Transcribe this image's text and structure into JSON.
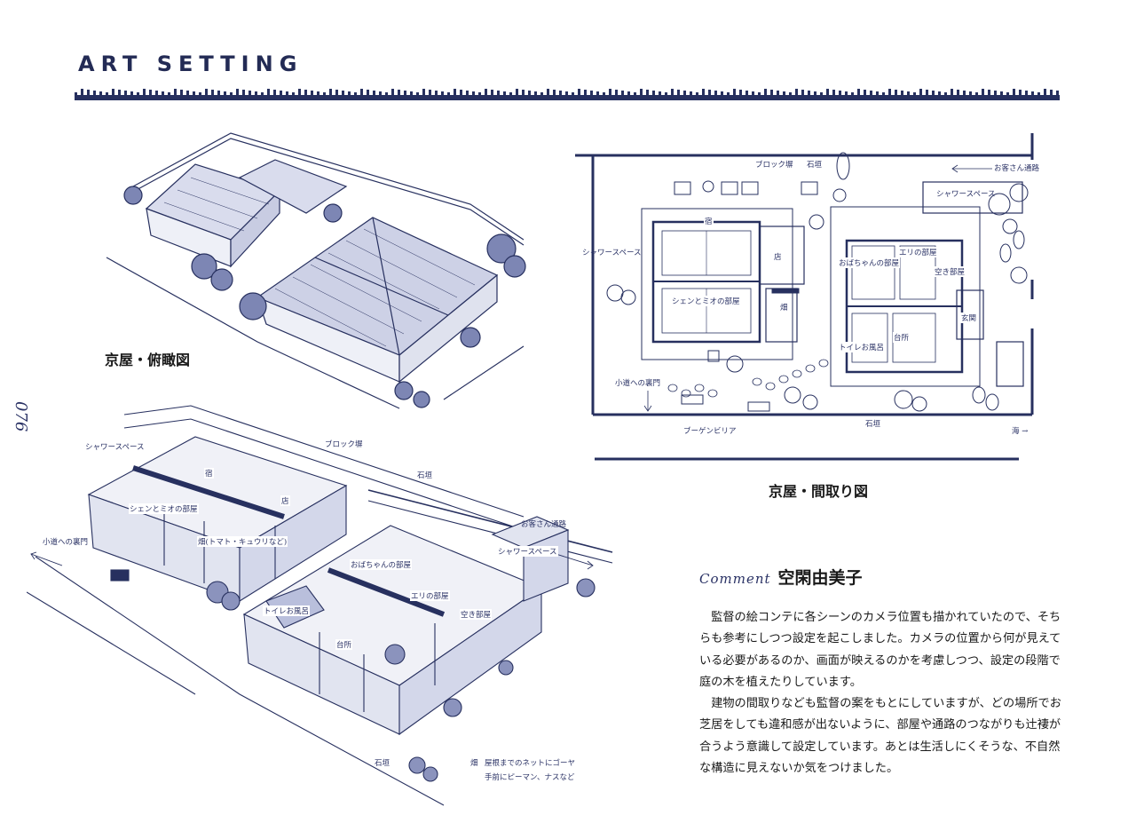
{
  "header": {
    "title": "ART SETTING"
  },
  "page_number": "076",
  "figures": {
    "aerial": {
      "caption": "京屋・俯瞰図"
    },
    "floor_plan": {
      "caption": "京屋・間取り図",
      "labels": {
        "block_wall": "ブロック塀",
        "stone_wall_top": "石垣",
        "guest_path": "お客さん通路",
        "shower_space_right": "シャワースペース",
        "inn": "宿",
        "shower_space_left": "シャワースペース",
        "shop": "店",
        "shen_mio_room": "シェンとミオの部屋",
        "grandma_room": "おばちゃんの部屋",
        "eri_room": "エリの部屋",
        "empty_room": "空き部屋",
        "entrance": "玄関",
        "kitchen": "台所",
        "toilet_bath": "トイレお風呂",
        "field": "畑",
        "back_gate": "小道への裏門",
        "bougainvillea": "ブーゲンビリア",
        "stone_wall_bottom": "石垣",
        "sea": "海 →"
      }
    },
    "isometric": {
      "labels": {
        "shower_space_left": "シャワースペース",
        "block_wall": "ブロック塀",
        "stone_wall_top": "石垣",
        "inn": "宿",
        "shen_mio_room": "シェンとミオの部屋",
        "shop": "店",
        "field_crops": "畑(トマト・キュウリなど)",
        "back_gate": "小道への裏門",
        "guest_path": "お客さん通路",
        "shower_space_right": "シャワースペース",
        "grandma_room": "おばちゃんの部屋",
        "eri_room": "エリの部屋",
        "empty_room": "空き部屋",
        "toilet_bath": "トイレお風呂",
        "kitchen": "台所",
        "stone_wall_bottom": "石垣",
        "field": "畑",
        "net_note_1": "屋根までのネットにゴーヤ",
        "net_note_2": "手前にピーマン、ナスなど"
      }
    }
  },
  "comment": {
    "heading": "Comment",
    "author": "空閑由美子",
    "paragraphs": [
      "監督の絵コンテに各シーンのカメラ位置も描かれていたので、そちらも参考にしつつ設定を起こしました。カメラの位置から何が見えている必要があるのか、画面が映えるのかを考慮しつつ、設定の段階で庭の木を植えたりしています。",
      "建物の間取りなども監督の案をもとにしていますが、どの場所でお芝居をしても違和感が出ないように、部屋や通路のつながりも辻褄が合うよう意識して設定しています。あとは生活しにくそうな、不自然な構造に見えないか気をつけました。"
    ]
  },
  "colors": {
    "ink": "#27305f",
    "paper": "#ffffff"
  }
}
